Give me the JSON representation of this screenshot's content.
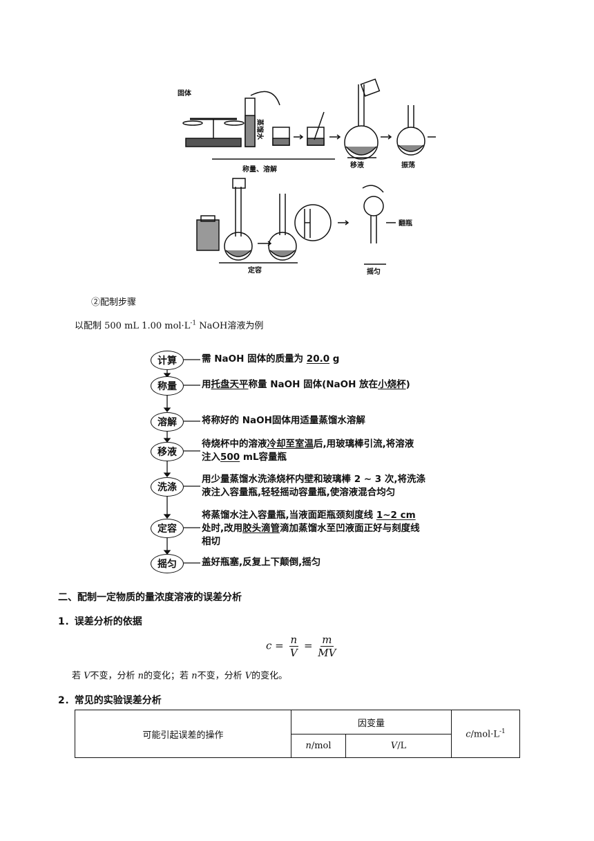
{
  "figure": {
    "labels": {
      "solid": "固体",
      "weigh_dissolve": "称量、溶解",
      "transfer": "移液",
      "shake": "振荡",
      "fix_volume": "定容",
      "mix": "摇匀",
      "invert": "翻瓶",
      "water": "蒸馏水"
    }
  },
  "section_step": {
    "subtitle": "②配制步骤",
    "example_prefix": "以配制 500 mL 1.00 mol·L",
    "example_sup": "-1",
    "example_suffix": " NaOH溶液为例"
  },
  "flow": {
    "steps": [
      {
        "name": "计算",
        "pre": "需 NaOH 固体的质量为 ",
        "u1": "20.0",
        "post": " g"
      },
      {
        "name": "称量",
        "pre": "用",
        "u1": "托盘天平",
        "mid": "称量 NaOH 固体(NaOH 放在",
        "u2": "小烧杯",
        "post": ")"
      },
      {
        "name": "溶解",
        "pre": "将称好的 NaOH固体用适量蒸馏水溶解"
      },
      {
        "name": "移液",
        "line1_pre": "待烧杯中的溶液",
        "line1_u": "冷却至室温",
        "line1_post": "后,用玻璃棒引流,将溶液",
        "line2_pre": "注入",
        "line2_u": "500",
        "line2_post": " mL容量瓶"
      },
      {
        "name": "洗涤",
        "line1": "用少量蒸馏水洗涤烧杯内壁和玻璃棒 2 ~ 3 次,将洗涤",
        "line2": "液注入容量瓶,轻轻摇动容量瓶,使溶液混合均匀"
      },
      {
        "name": "定容",
        "line1_pre": "将蒸馏水注入容量瓶,当液面距瓶颈刻度线 ",
        "line1_u": "1~2 cm",
        "line2_pre": "处时,改用",
        "line2_u": "胶头滴管",
        "line2_post": "滴加蒸馏水至凹液面正好与刻度线",
        "line3": "相切"
      },
      {
        "name": "摇匀",
        "pre": "盖好瓶塞,反复上下颠倒,摇匀"
      }
    ]
  },
  "section2": {
    "heading": "二、配制一定物质的量浓度溶液的误差分析",
    "sub1": "1．误差分析的依据",
    "formula": {
      "lhs": "c",
      "n": "n",
      "V": "V",
      "m": "m",
      "MV": "MV"
    },
    "note_parts": [
      "若 ",
      "V",
      "不变，分析 ",
      "n",
      "的变化；若 ",
      "n",
      "不变，分析 ",
      "V",
      "的变化。"
    ],
    "sub2": "2．常见的实验误差分析"
  },
  "table": {
    "op_header": "可能引起误差的操作",
    "dep_header": "因变量",
    "n_header_i": "n",
    "n_header": "/mol",
    "v_header_i": "V",
    "v_header": "/L",
    "c_header_i": "c",
    "c_header": "/mol·L",
    "c_sup": "-1"
  }
}
